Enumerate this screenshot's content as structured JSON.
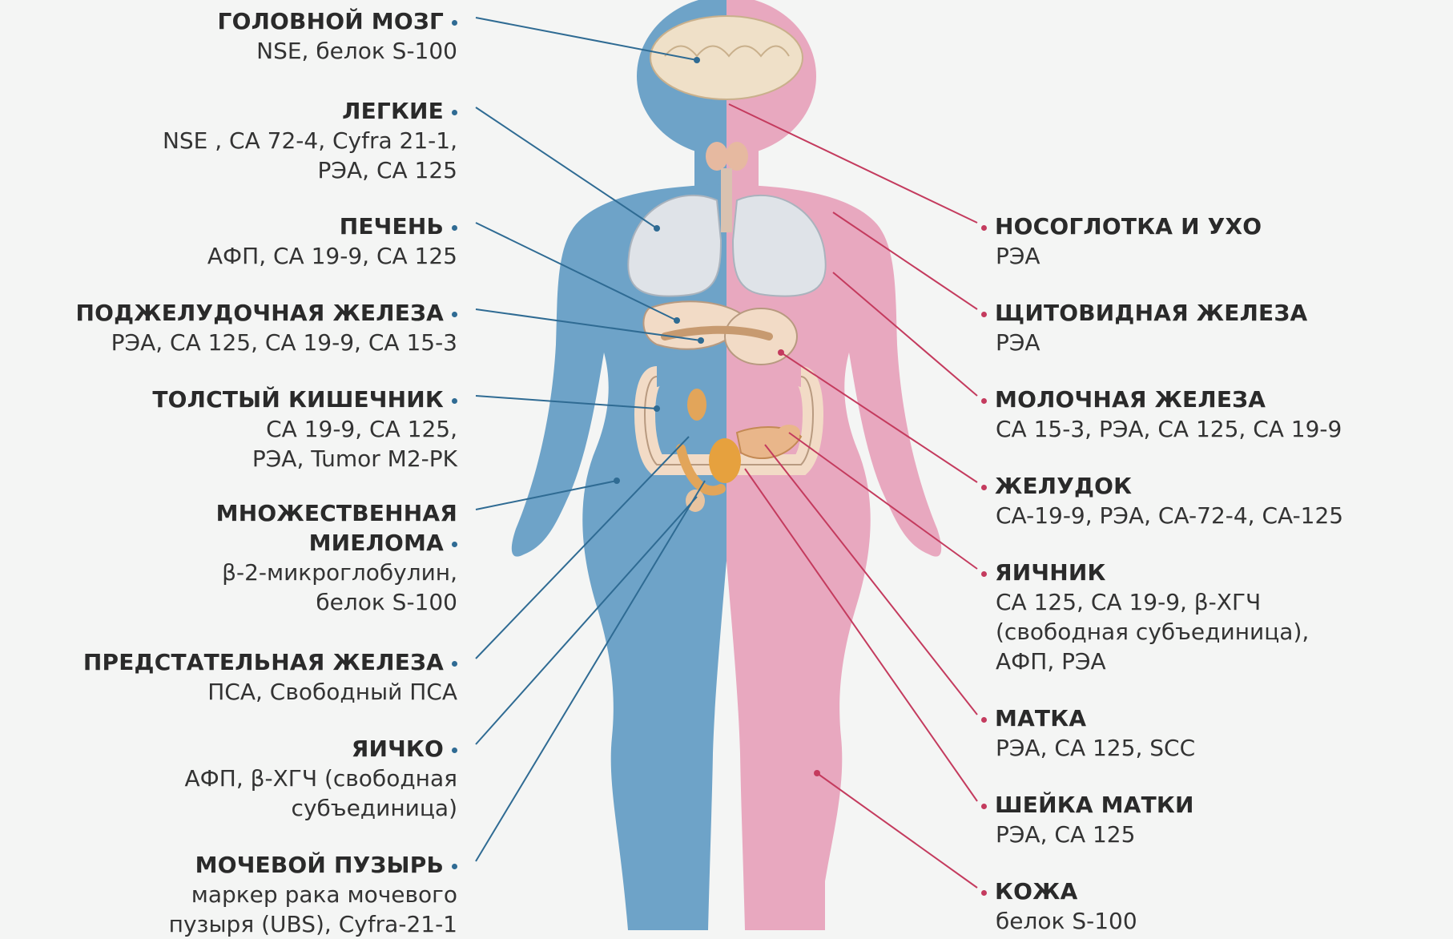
{
  "colors": {
    "male_body": "#6ea3c8",
    "female_body": "#e8a8bf",
    "left_leader": "#2f6b93",
    "right_leader": "#c43b5e",
    "lung": "#dfe3e8",
    "organ": "#f2dbc6",
    "brain": "#efe0c8"
  },
  "left_labels": [
    {
      "name": "ГОЛОВНОЙ МОЗГ",
      "markers": "NSE, белок S-100"
    },
    {
      "name": "ЛЕГКИЕ",
      "markers": "NSE , CA 72-4, Cyfra 21-1,\nРЭА, CA 125"
    },
    {
      "name": "ПЕЧЕНЬ",
      "markers": "АФП, CA 19-9, CA 125"
    },
    {
      "name": "ПОДЖЕЛУДОЧНАЯ ЖЕЛЕЗА",
      "markers": "РЭА, CA 125, CA 19-9, CA 15-3"
    },
    {
      "name": "ТОЛСТЫЙ КИШЕЧНИК",
      "markers": "CA 19-9, CA 125,\nРЭА, Tumor M2-PK"
    },
    {
      "name": "МНОЖЕСТВЕННАЯ\nМИЕЛОМА",
      "markers": "β-2-микроглобулин,\nбелок S-100"
    },
    {
      "name": "ПРЕДСТАТЕЛЬНАЯ ЖЕЛЕЗА",
      "markers": "ПСА, Свободный ПСА"
    },
    {
      "name": "ЯИЧКО",
      "markers": "АФП, β-ХГЧ (свободная\nсубъединица)"
    },
    {
      "name": "МОЧЕВОЙ ПУЗЫРЬ",
      "markers": "маркер рака мочевого\nпузыря (UBS), Cyfra-21-1"
    }
  ],
  "right_labels": [
    {
      "name": "НОСОГЛОТКА И УХО",
      "markers": "РЭА"
    },
    {
      "name": "ЩИТОВИДНАЯ ЖЕЛЕЗА",
      "markers": "РЭА"
    },
    {
      "name": "МОЛОЧНАЯ ЖЕЛЕЗА",
      "markers": "CA 15-3, РЭА, CA 125, CA 19-9"
    },
    {
      "name": "ЖЕЛУДОК",
      "markers": "CA-19-9, РЭА, CA-72-4, CA-125"
    },
    {
      "name": "ЯИЧНИК",
      "markers": "CA 125, CA 19-9, β-ХГЧ\n(свободная субъединица),\nАФП, РЭА"
    },
    {
      "name": "МАТКА",
      "markers": "РЭА, CA 125, SCC"
    },
    {
      "name": "ШЕЙКА МАТКИ",
      "markers": "РЭА, CA 125"
    },
    {
      "name": "КОЖА",
      "markers": "белок S-100"
    }
  ]
}
